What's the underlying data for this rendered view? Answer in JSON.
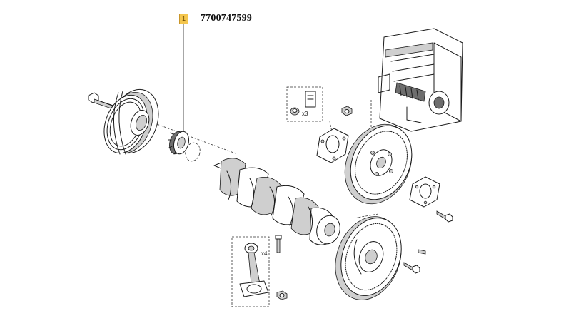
{
  "callout": {
    "number": "1",
    "part_number": "7700747599"
  },
  "quantities": {
    "nuts": "x3",
    "bolts": "x4"
  },
  "colors": {
    "callout_fill": "#f4c64e",
    "ink": "#1a1a1a"
  },
  "icons": {
    "engine": "engine-block-illustration",
    "crankshaft": "crankshaft-illustration",
    "flywheel": "flywheel-illustration"
  }
}
